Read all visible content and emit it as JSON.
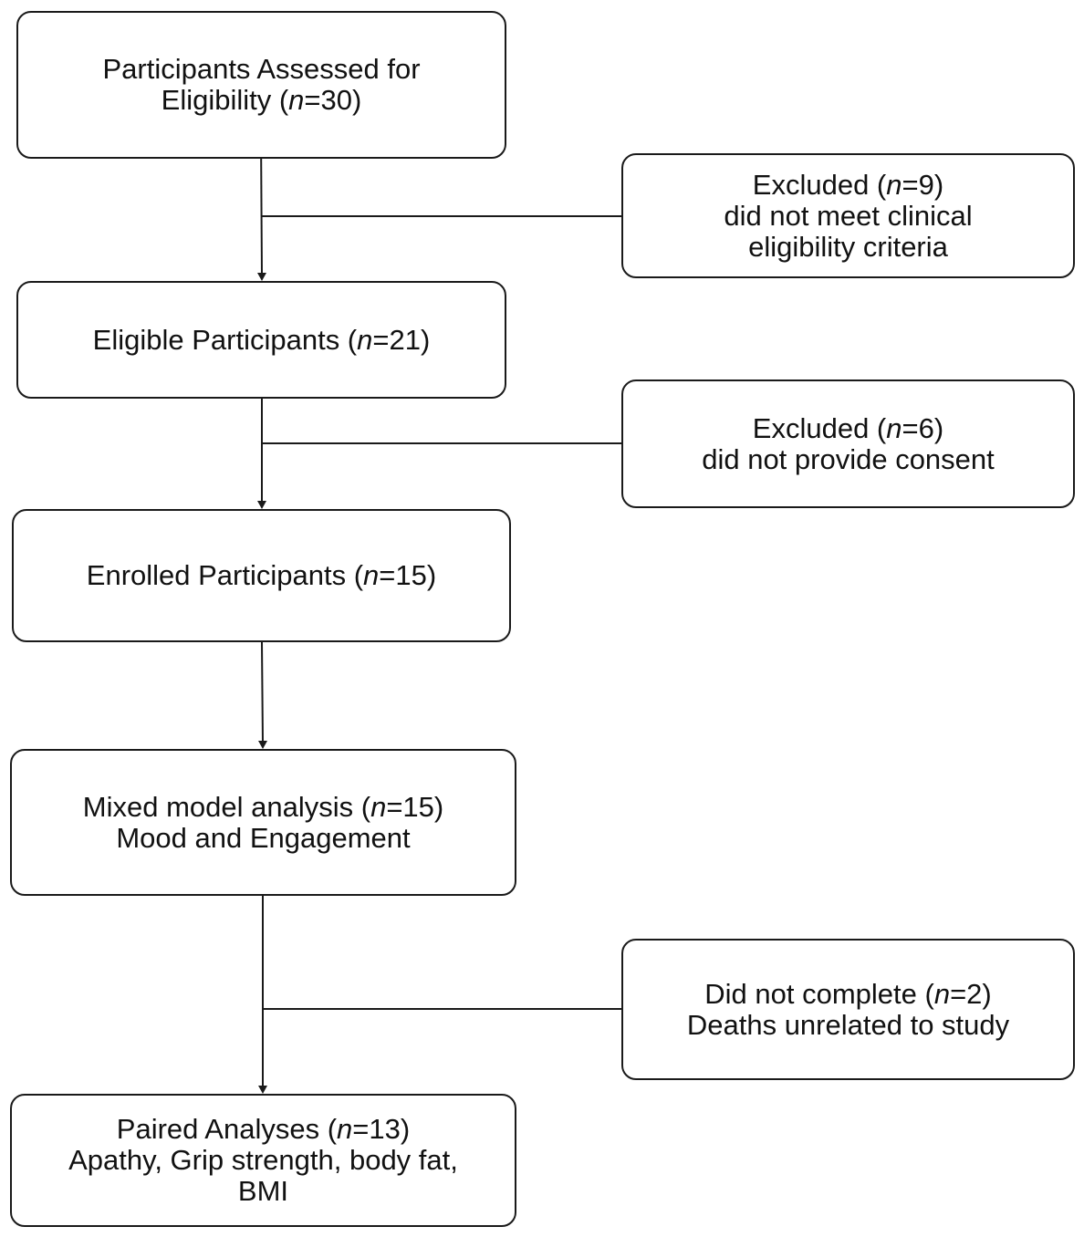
{
  "nodes": {
    "assessed": {
      "prefix": "Participants Assessed for",
      "line2_prefix": "Eligibility (",
      "n_symbol": "n",
      "n_value": "=30)"
    },
    "excluded_clinical": {
      "prefix": "Excluded (",
      "n_symbol": "n",
      "n_value": "=9)",
      "line2": "did not meet clinical",
      "line3": "eligibility criteria"
    },
    "eligible": {
      "prefix": "Eligible Participants (",
      "n_symbol": "n",
      "n_value": "=21)"
    },
    "excluded_consent": {
      "prefix": "Excluded (",
      "n_symbol": "n",
      "n_value": "=6)",
      "line2": "did not provide consent"
    },
    "enrolled": {
      "prefix": "Enrolled Participants (",
      "n_symbol": "n",
      "n_value": "=15)"
    },
    "mixed_model": {
      "prefix": "Mixed model analysis (",
      "n_symbol": "n",
      "n_value": "=15)",
      "line2": "Mood and Engagement"
    },
    "did_not_complete": {
      "prefix": "Did not complete (",
      "n_symbol": "n",
      "n_value": "=2)",
      "line2": "Deaths unrelated to study"
    },
    "paired": {
      "prefix": "Paired Analyses (",
      "n_symbol": "n",
      "n_value": "=13)",
      "line2": "Apathy, Grip strength, body fat,",
      "line3": "BMI"
    }
  },
  "colors": {
    "stroke": "#1a1a1a",
    "background": "#ffffff",
    "text": "#111111"
  }
}
